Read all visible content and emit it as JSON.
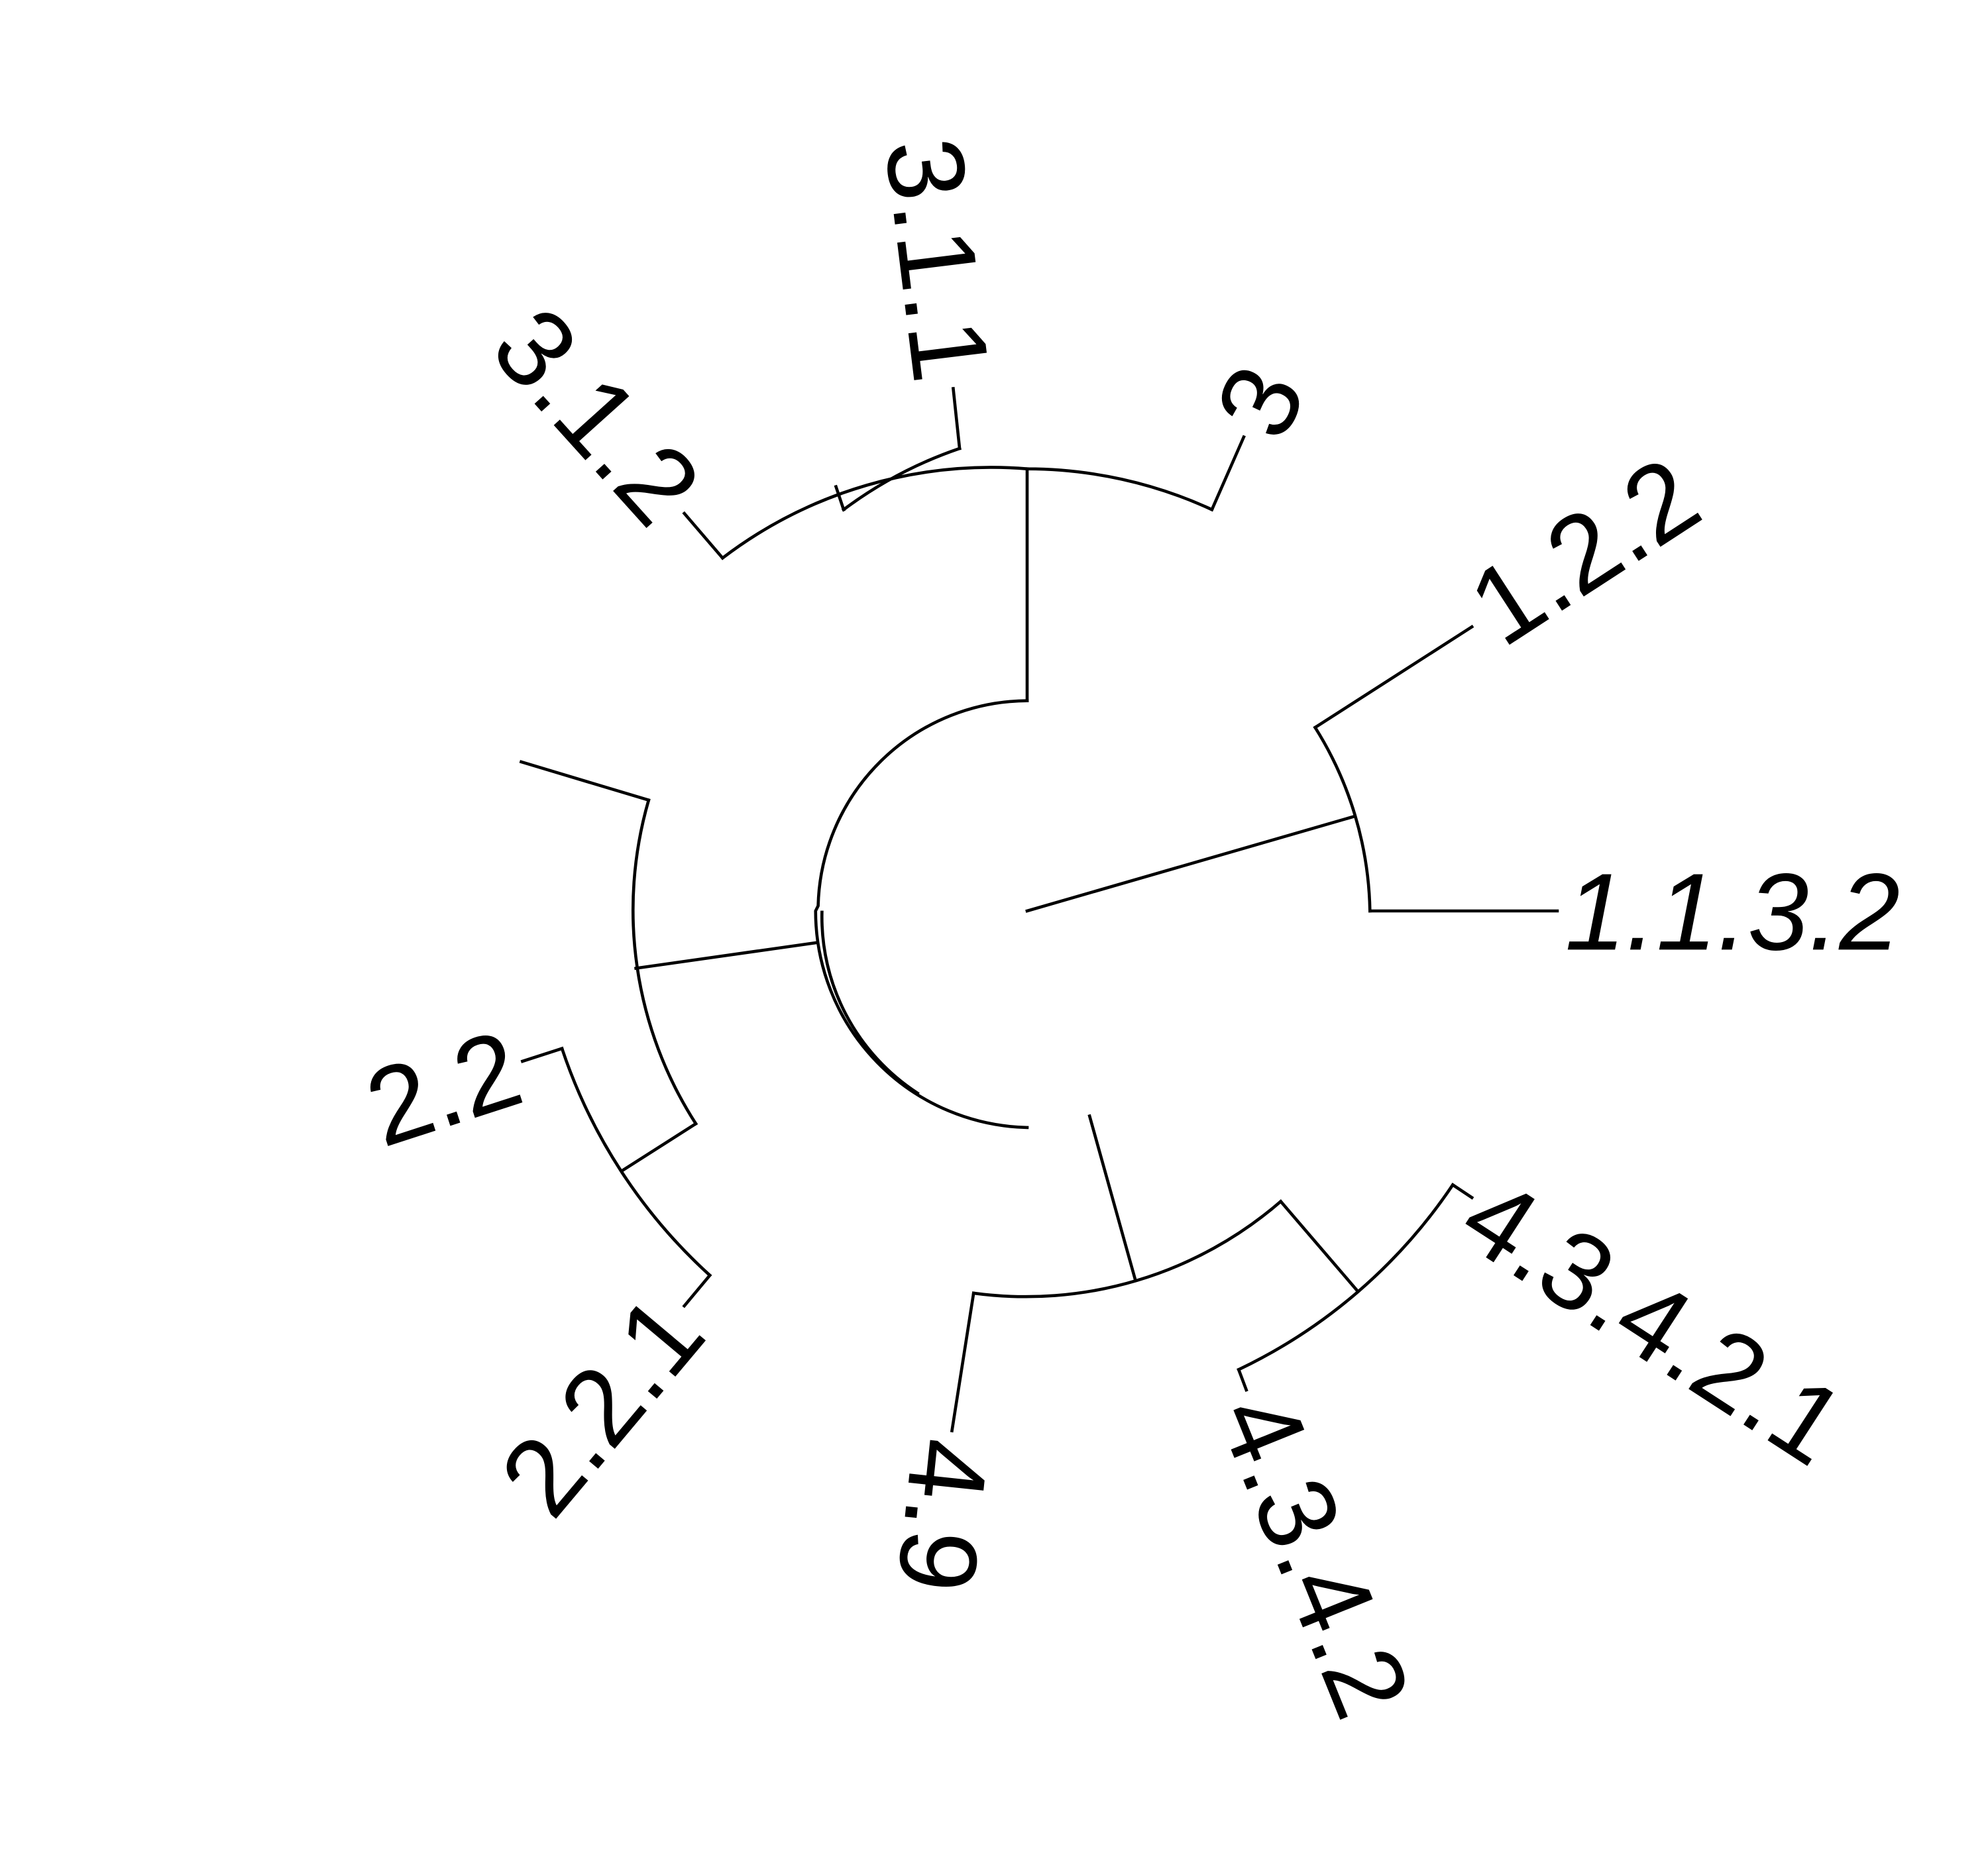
{
  "diagram": {
    "type": "circular-dendrogram",
    "tips": [
      {
        "id": "t122",
        "label": "1.2.2",
        "italic": false
      },
      {
        "id": "t1132",
        "label": "1.1.3.2",
        "italic": true
      },
      {
        "id": "t43421",
        "label": "4.3.4.2.1",
        "italic": false
      },
      {
        "id": "t4342",
        "label": "4.3.4.2",
        "italic": false
      },
      {
        "id": "t49",
        "label": "4.9",
        "italic": false
      },
      {
        "id": "t221",
        "label": "2.2.1",
        "italic": false
      },
      {
        "id": "t22",
        "label": "2.2",
        "italic": false
      },
      {
        "id": "t312",
        "label": "3.1.2",
        "italic": false
      },
      {
        "id": "t311",
        "label": "3.1.1",
        "italic": false
      },
      {
        "id": "t3",
        "label": "3",
        "italic": false
      }
    ]
  }
}
